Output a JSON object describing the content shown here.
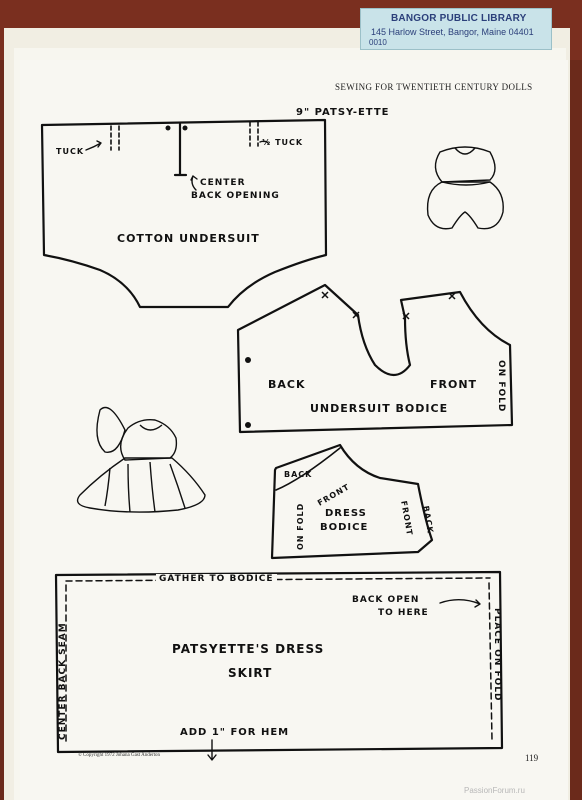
{
  "library_sticker": {
    "name": "BANGOR PUBLIC LIBRARY",
    "address": "145 Harlow Street, Bangor, Maine 04401",
    "code": "0010"
  },
  "header": "SEWING FOR TWENTIETH CENTURY DOLLS",
  "doll_title": "9\" PATSY-ETTE",
  "undersuit": {
    "title": "COTTON UNDERSUIT",
    "tuck_left": "TUCK",
    "tuck_right": "½ TUCK",
    "center_back_1": "CENTER",
    "center_back_2": "BACK OPENING"
  },
  "undersuit_bodice": {
    "title": "UNDERSUIT BODICE",
    "back": "BACK",
    "front": "FRONT",
    "on_fold": "ON FOLD"
  },
  "dress_bodice": {
    "title_1": "DRESS",
    "title_2": "BODICE",
    "back_top": "BACK",
    "front_top": "FRONT",
    "on_fold": "ON FOLD",
    "back_right": "BACK",
    "front_right": "FRONT"
  },
  "skirt": {
    "gather": "GATHER TO BODICE",
    "back_open_1": "BACK OPEN",
    "back_open_2": "TO HERE",
    "title_1": "PATSYETTE'S DRESS",
    "title_2": "SKIRT",
    "center_back_seam": "CENTER BACK SEAM",
    "place_on_fold": "PLACE ON FOLD",
    "hem": "ADD 1\" FOR HEM"
  },
  "copyright": "© Copyright 1972 Johana Gast Anderton",
  "page_number": "119",
  "watermark": "PassionForum.ru"
}
